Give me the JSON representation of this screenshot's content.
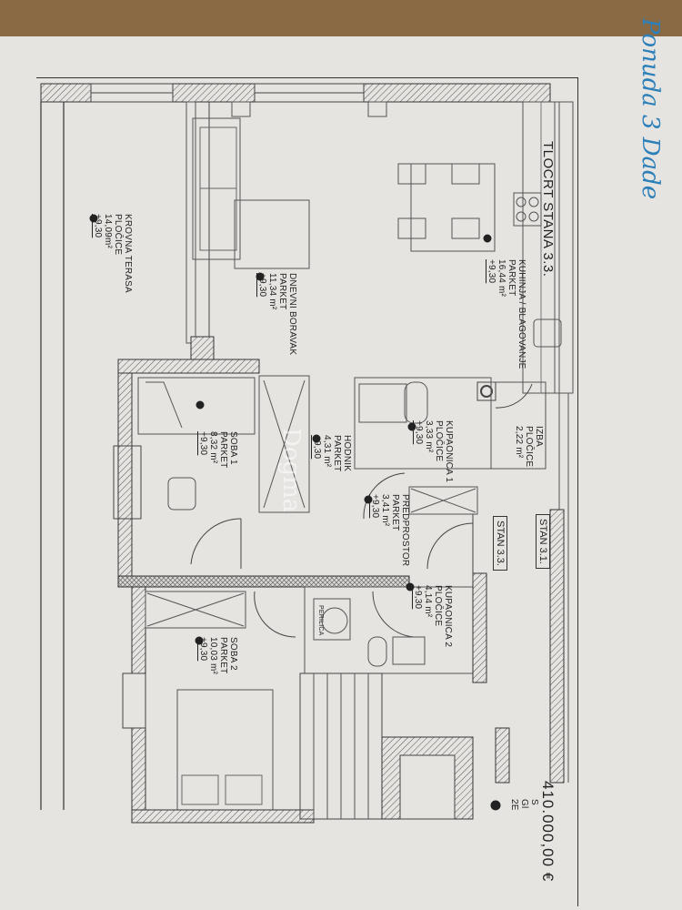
{
  "sheet": {
    "title": "TLOCRT STANA 3.3.",
    "price": "410.000,00 €",
    "handwritten_note": "Ponuda 3 Dade",
    "watermark": "Dogma"
  },
  "apartment_tags": [
    {
      "label": "STAN 3.1."
    },
    {
      "label": "STAN 3.3."
    }
  ],
  "rooms": [
    {
      "name": "KUHINJA / BLAGOVANJE",
      "floor": "PARKET",
      "area": "16,44 m²",
      "level": "+9,30"
    },
    {
      "name": "IZBA",
      "floor": "PLOČICE",
      "area": "2,22 m²",
      "level": ""
    },
    {
      "name": "DNEVNI BORAVAK",
      "floor": "PARKET",
      "area": "11,34 m²",
      "level": "+9,30"
    },
    {
      "name": "KUPAONICA 1",
      "floor": "PLOČICE",
      "area": "3,33 m²",
      "level": "+9,30"
    },
    {
      "name": "HODNIK",
      "floor": "PARKET",
      "area": "4,31 m²",
      "level": "+9,30"
    },
    {
      "name": "PREDPROSTOR",
      "floor": "PARKET",
      "area": "3,41 m²",
      "level": "+9,30"
    },
    {
      "name": "SOBA 1",
      "floor": "PARKET",
      "area": "8,32 m²",
      "level": "+9,30"
    },
    {
      "name": "KUPAONICA 2",
      "floor": "PLOČICE",
      "area": "4,14 m²",
      "level": "+9,30"
    },
    {
      "name": "SOBA 2",
      "floor": "PARKET",
      "area": "10,03 m²",
      "level": "+9,30"
    },
    {
      "name": "KROVNA TERASA",
      "floor": "PLOČICE",
      "area": "14,09m²",
      "level": "+9,30"
    }
  ],
  "fixtures": {
    "washer_label": "PERILICA"
  },
  "legend_partial": [
    "S",
    "Gl",
    "2E"
  ]
}
